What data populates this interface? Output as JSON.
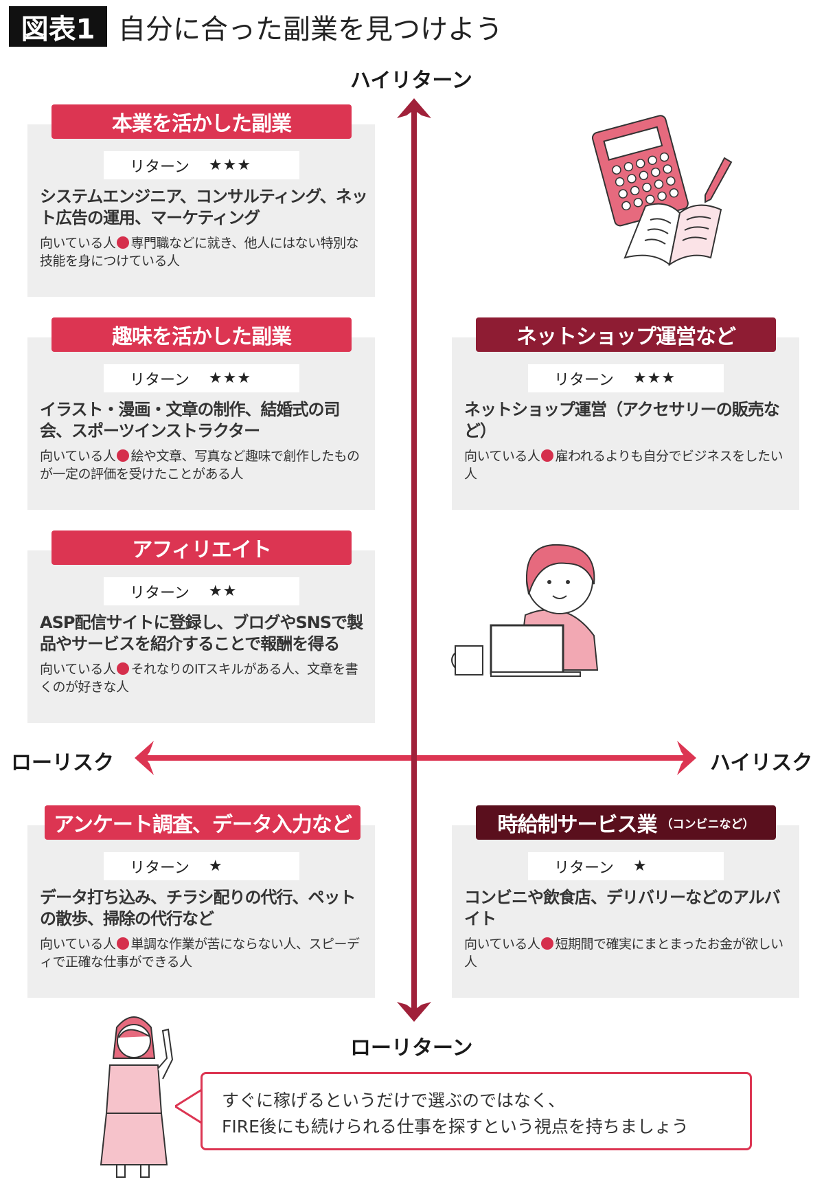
{
  "figure": {
    "label": "図表1",
    "title": "自分に合った副業を見つけよう"
  },
  "axes": {
    "top": "ハイリターン",
    "bottom": "ローリターン",
    "left": "ローリスク",
    "right": "ハイリスク"
  },
  "colors": {
    "header_red": "#dc3552",
    "header_dark": "#8e1c33",
    "header_darkest": "#5a0f1d",
    "vertical_arrow": "#a0213a",
    "horizontal_arrow": "#dc3552",
    "card_bg": "#eeeeee"
  },
  "return_label": "リターン",
  "suit_label": "向いている人",
  "cards": [
    {
      "title": "本業を活かした副業",
      "stars": "★★★",
      "rating": 3,
      "desc": "システムエンジニア、コンサルティング、ネット広告の運用、マーケティング",
      "suit": "専門職などに就き、他人にはない特別な技能を身につけている人"
    },
    {
      "title": "趣味を活かした副業",
      "stars": "★★★",
      "rating": 3,
      "desc": "イラスト・漫画・文章の制作、結婚式の司会、スポーツインストラクター",
      "suit": "絵や文章、写真など趣味で創作したものが一定の評価を受けたことがある人"
    },
    {
      "title": "アフィリエイト",
      "stars": "★★",
      "rating": 2,
      "desc": "ASP配信サイトに登録し、ブログやSNSで製品やサービスを紹介することで報酬を得る",
      "suit": "それなりのITスキルがある人、文章を書くのが好きな人"
    },
    {
      "title": "ネットショップ運営など",
      "stars": "★★★",
      "rating": 3,
      "desc": "ネットショップ運営（アクセサリーの販売など）",
      "suit": "雇われるよりも自分でビジネスをしたい人"
    },
    {
      "title": "アンケート調査、データ入力など",
      "stars": "★",
      "rating": 1,
      "desc": "データ打ち込み、チラシ配りの代行、ペットの散歩、掃除の代行など",
      "suit": "単調な作業が苦にならない人、スピーディで正確な仕事ができる人"
    },
    {
      "title": "時給制サービス業",
      "title_note": "（コンビニなど）",
      "stars": "★",
      "rating": 1,
      "desc": "コンビニや飲食店、デリバリーなどのアルバイト",
      "suit": "短期間で確実にまとまったお金が欲しい人"
    }
  ],
  "speech": {
    "line1": "すぐに稼げるというだけで選ぶのではなく、",
    "line2": "FIRE後にも続けられる仕事を探すという視点を持ちましょう"
  }
}
